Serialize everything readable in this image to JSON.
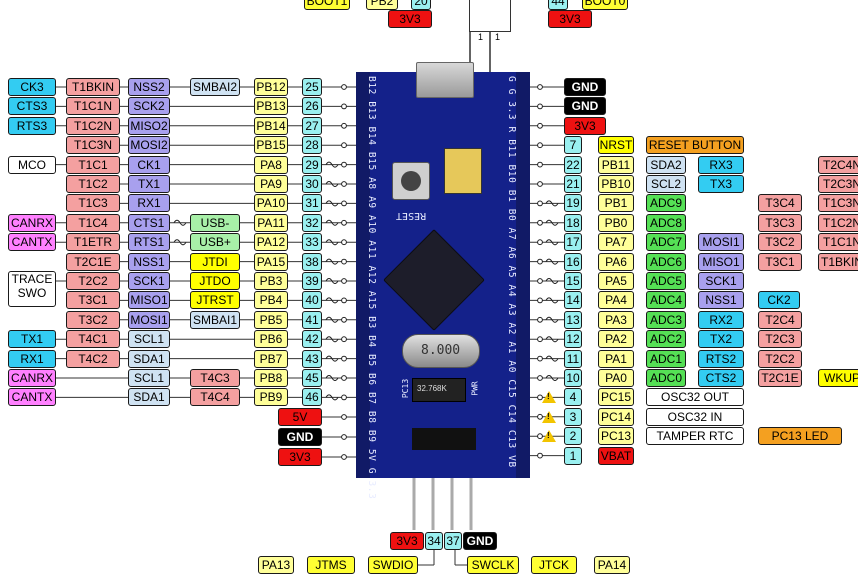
{
  "palette": {
    "gray": "#eeeeee",
    "yellow": "#ffff99",
    "cyan": "#9af0f0",
    "salmon": "#f4a0a0",
    "purple": "#a8a0ee",
    "lightblue": "#cfe2f2",
    "sky": "#33ccf2",
    "green": "#55e055",
    "lightgreen": "#a8f0a8",
    "brightyellow": "#ffff00",
    "magenta": "#ff80ff",
    "white": "#ffffff",
    "red": "#ee1111",
    "black": "#000000",
    "orange": "#f4a020",
    "gold": "#ffff33"
  },
  "top": {
    "left": [
      "BOOT1",
      "PB2",
      "20",
      "3V3"
    ],
    "right": [
      "44",
      "BOOT0",
      "3V3"
    ],
    "jumper_marks": [
      "1",
      "1"
    ]
  },
  "board": {
    "left_silk": "B12 B13 B14 B15 A8 A9 A10 A11 A12 A15 B3 B4 B5 B6 B7 B8 B9 5V G 3.3",
    "right_silk": "G G 3.3 R B11 B10 B1 B0 A7 A6 A5 A4 A3 A2 A1 A0 C15 C14 C13 VB",
    "reset": "RESET",
    "crystal": "8.000",
    "rtc": "32.768K",
    "pc13": "PC13",
    "pwr": "PWR"
  },
  "left_rows": [
    [
      "CK3",
      "T1BKIN",
      "NSS2",
      "SMBAI2",
      "PB12",
      "25"
    ],
    [
      "CTS3",
      "T1C1N",
      "SCK2",
      "",
      "PB13",
      "26"
    ],
    [
      "RTS3",
      "T1C2N",
      "MISO2",
      "",
      "PB14",
      "27"
    ],
    [
      "",
      "T1C3N",
      "MOSI2",
      "",
      "PB15",
      "28"
    ],
    [
      "MCO",
      "T1C1",
      "CK1",
      "",
      "PA8",
      "29"
    ],
    [
      "",
      "T1C2",
      "TX1",
      "",
      "PA9",
      "30"
    ],
    [
      "",
      "T1C3",
      "RX1",
      "",
      "PA10",
      "31"
    ],
    [
      "CANRX",
      "T1C4",
      "CTS1",
      "USB-",
      "PA11",
      "32"
    ],
    [
      "CANTX",
      "T1ETR",
      "RTS1",
      "USB+",
      "PA12",
      "33"
    ],
    [
      "",
      "T2C1E",
      "NSS1",
      "JTDI",
      "PA15",
      "38"
    ],
    [
      "TRACE SWO",
      "T2C2",
      "SCK1",
      "JTDO",
      "PB3",
      "39"
    ],
    [
      "",
      "T3C1",
      "MISO1",
      "JTRST",
      "PB4",
      "40"
    ],
    [
      "",
      "T3C2",
      "MOSI1",
      "SMBAI1",
      "PB5",
      "41"
    ],
    [
      "TX1",
      "T4C1",
      "SCL1",
      "",
      "PB6",
      "42"
    ],
    [
      "RX1",
      "T4C2",
      "SDA1",
      "",
      "PB7",
      "43"
    ],
    [
      "CANRX",
      "",
      "SCL1",
      "T4C3",
      "PB8",
      "45"
    ],
    [
      "CANTX",
      "",
      "SDA1",
      "T4C4",
      "PB9",
      "46"
    ]
  ],
  "left_power": [
    "5V",
    "GND",
    "3V3"
  ],
  "right_rows": [
    [
      "",
      "GND",
      "",
      "",
      "",
      "",
      ""
    ],
    [
      "",
      "GND",
      "",
      "",
      "",
      "",
      ""
    ],
    [
      "",
      "3V3",
      "",
      "",
      "",
      "",
      ""
    ],
    [
      "7",
      "NRST",
      "RESET BUTTON",
      "",
      "",
      "",
      ""
    ],
    [
      "22",
      "PB11",
      "SDA2",
      "RX3",
      "",
      "",
      "T2C4N"
    ],
    [
      "21",
      "PB10",
      "SCL2",
      "TX3",
      "",
      "",
      "T2C3N"
    ],
    [
      "19",
      "PB1",
      "ADC9",
      "",
      "",
      "T3C4",
      "T1C3N"
    ],
    [
      "18",
      "PB0",
      "ADC8",
      "",
      "",
      "T3C3",
      "T1C2N"
    ],
    [
      "17",
      "PA7",
      "ADC7",
      "MOSI1",
      "",
      "T3C2",
      "T1C1N"
    ],
    [
      "16",
      "PA6",
      "ADC6",
      "MISO1",
      "",
      "T3C1",
      "T1BKIN"
    ],
    [
      "15",
      "PA5",
      "ADC5",
      "SCK1",
      "",
      "",
      ""
    ],
    [
      "14",
      "PA4",
      "ADC4",
      "NSS1",
      "CK2",
      "",
      ""
    ],
    [
      "13",
      "PA3",
      "ADC3",
      "RX2",
      "",
      "T2C4",
      ""
    ],
    [
      "12",
      "PA2",
      "ADC2",
      "TX2",
      "",
      "T2C3",
      ""
    ],
    [
      "11",
      "PA1",
      "ADC1",
      "RTS2",
      "",
      "T2C2",
      ""
    ],
    [
      "10",
      "PA0",
      "ADC0",
      "CTS2",
      "",
      "T2C1E",
      "WKUP"
    ],
    [
      "4",
      "PC15",
      "OSC32 OUT",
      "",
      "",
      "",
      ""
    ],
    [
      "3",
      "PC14",
      "OSC32 IN",
      "",
      "",
      "",
      ""
    ],
    [
      "2",
      "PC13",
      "TAMPER RTC",
      "PC13 LED",
      "",
      "",
      ""
    ],
    [
      "1",
      "VBAT",
      "",
      "",
      "",
      "",
      ""
    ]
  ],
  "bottom": {
    "row1": [
      "3V3",
      "34",
      "37",
      "GND"
    ],
    "row2_left": [
      "PA13",
      "JTMS",
      "SWDIO"
    ],
    "row2_right": [
      "SWCLK",
      "JTCK",
      "PA14"
    ]
  }
}
